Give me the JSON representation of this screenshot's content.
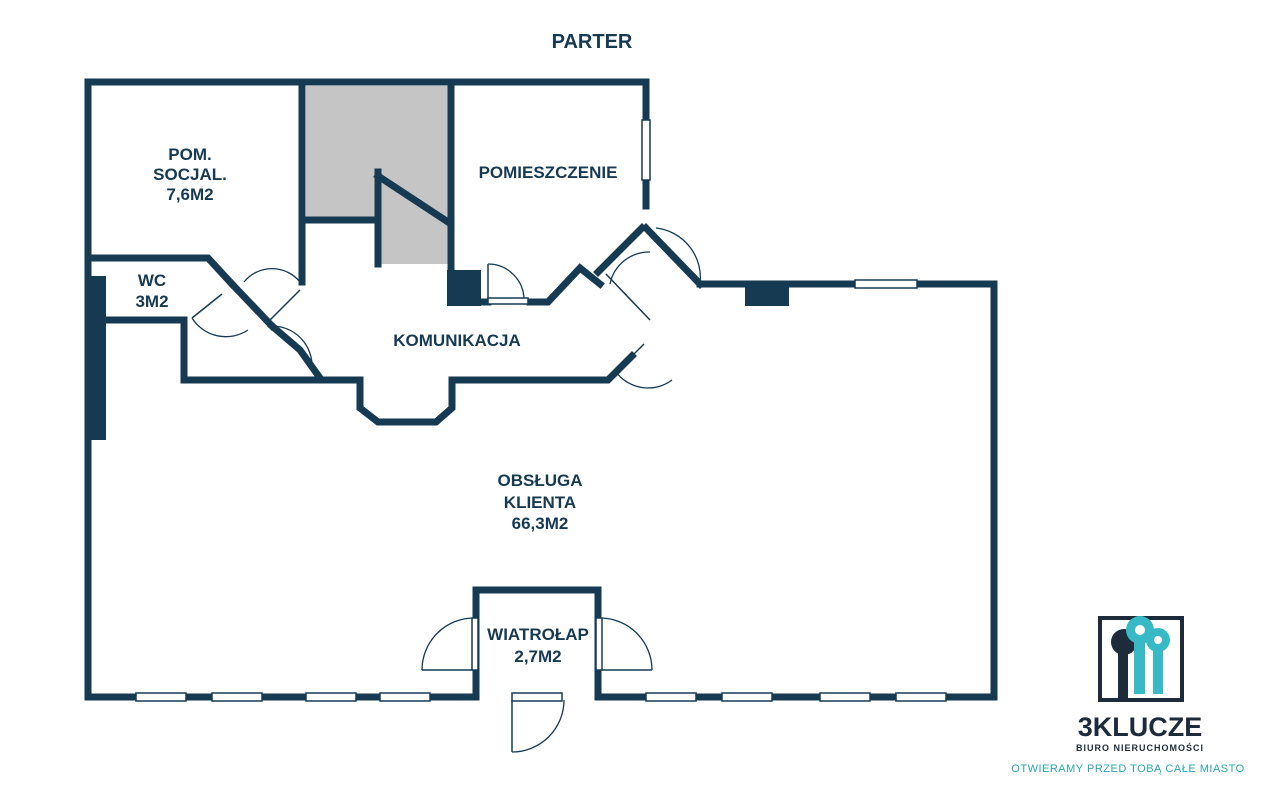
{
  "plan": {
    "title": "PARTER",
    "rooms": {
      "socjal_l1": "POM.",
      "socjal_l2": "SOCJAL.",
      "socjal_area": "7,6M2",
      "wc_name": "WC",
      "wc_area": "3M2",
      "pomieszczenie": "POMIESZCZENIE",
      "komunikacja": "KOMUNIKACJA",
      "obsluga_l1": "OBSŁUGA",
      "obsluga_l2": "KLIENTA",
      "obsluga_area": "66,3M2",
      "wiatrolap_name": "WIATROŁAP",
      "wiatrolap_area": "2,7M2"
    }
  },
  "logo": {
    "brand": "3KLUCZE",
    "sub": "BIURO NIERUCHOMOŚCI",
    "tagline": "OTWIERAMY PRZED TOBĄ CAŁE MIASTO"
  },
  "colors": {
    "wall": "#163a52",
    "stairs": "#c5c5c5",
    "logo_teal": "#37b9c6",
    "logo_dark": "#1d2b3a",
    "tagline": "#2aa6b3"
  }
}
